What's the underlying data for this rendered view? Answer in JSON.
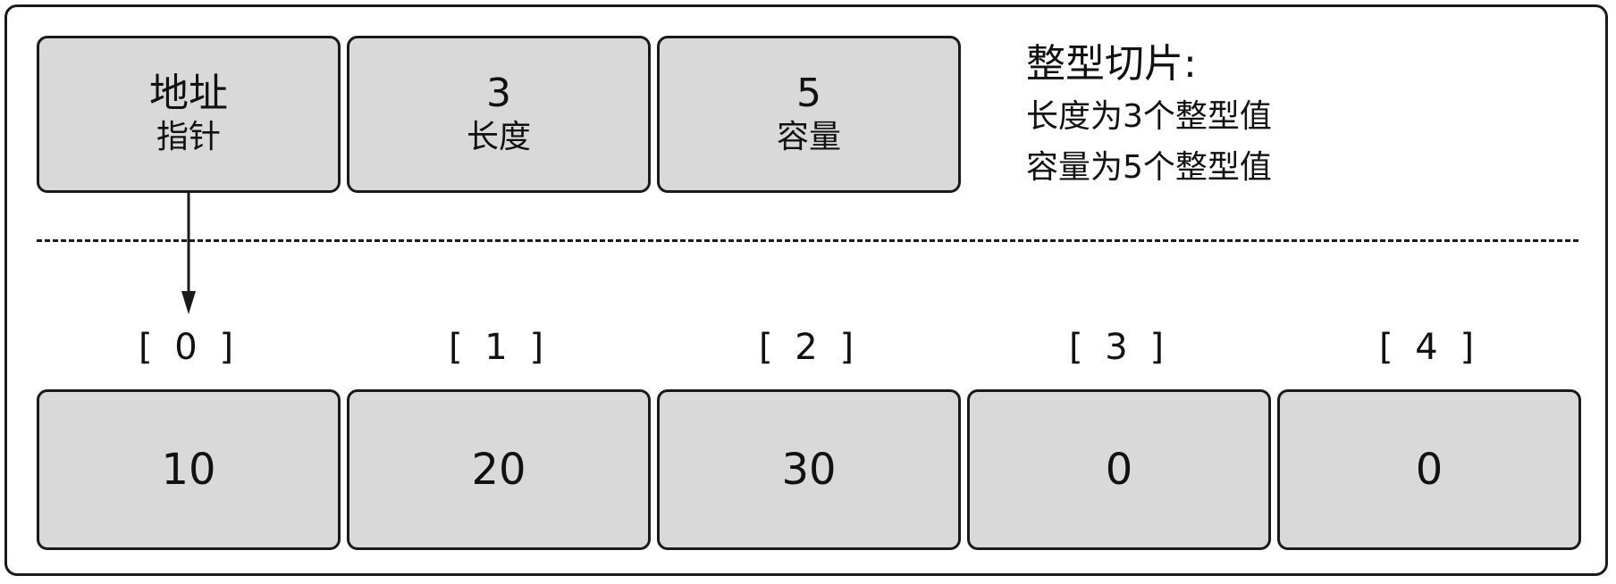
{
  "slice_header": {
    "pointer": {
      "value": "地址",
      "label": "指针"
    },
    "length": {
      "value": "3",
      "label": "长度"
    },
    "capacity": {
      "value": "5",
      "label": "容量"
    }
  },
  "note": {
    "title": "整型切片:",
    "line1": "长度为3个整型值",
    "line2": "容量为5个整型值"
  },
  "array": {
    "indices": [
      "[ 0 ]",
      "[ 1 ]",
      "[ 2 ]",
      "[ 3 ]",
      "[ 4 ]"
    ],
    "values": [
      "10",
      "20",
      "30",
      "0",
      "0"
    ]
  }
}
